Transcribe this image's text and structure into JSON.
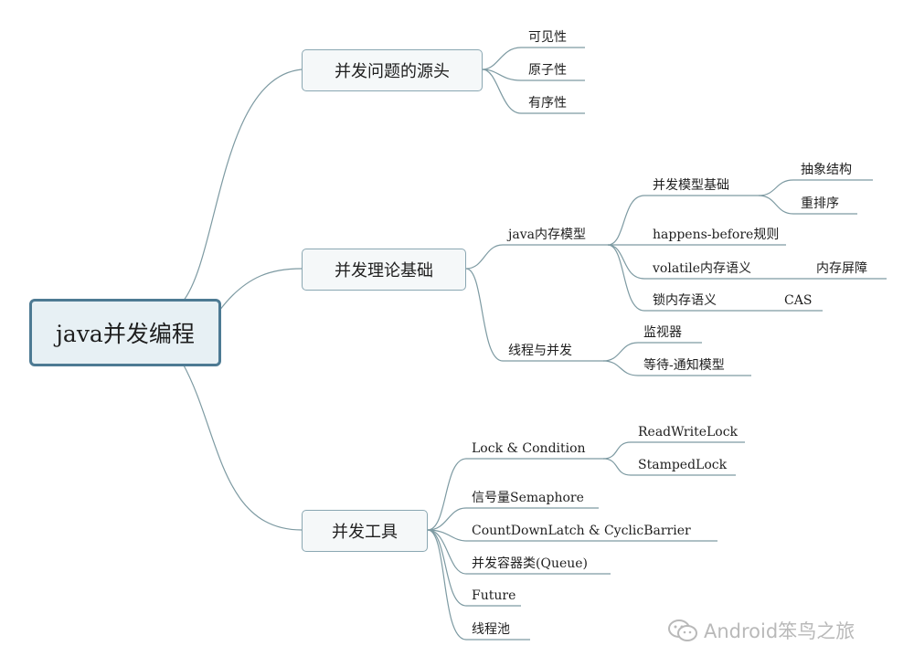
{
  "root": "java并发编程",
  "branches": [
    {
      "label": "并发问题的源头",
      "children": [
        "可见性",
        "原子性",
        "有序性"
      ]
    },
    {
      "label": "并发理论基础",
      "children": [
        {
          "label": "java内存模型",
          "children": [
            {
              "label": "并发模型基础",
              "children": [
                "抽象结构",
                "重排序"
              ]
            },
            {
              "label": "happens-before规则"
            },
            {
              "label": "volatile内存语义",
              "children": [
                "内存屏障"
              ]
            },
            {
              "label": "锁内存语义",
              "children": [
                "CAS"
              ]
            }
          ]
        },
        {
          "label": "线程与并发",
          "children": [
            "监视器",
            "等待-通知模型"
          ]
        }
      ]
    },
    {
      "label": "并发工具",
      "children": [
        {
          "label": "Lock & Condition",
          "children": [
            "ReadWriteLock",
            "StampedLock"
          ]
        },
        {
          "label": "信号量Semaphore"
        },
        {
          "label": "CountDownLatch & CyclicBarrier"
        },
        {
          "label": "并发容器类(Queue)"
        },
        {
          "label": "Future"
        },
        {
          "label": "线程池"
        }
      ]
    }
  ],
  "watermark": "Android笨鸟之旅",
  "colors": {
    "line": "#7d9aa2",
    "root_border": "#4d7a93",
    "box_border": "#8aa7b2"
  }
}
